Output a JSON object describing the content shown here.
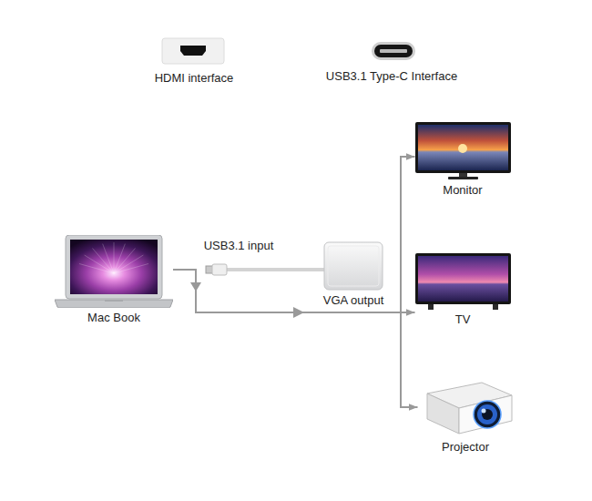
{
  "diagram": {
    "nodes": [
      {
        "text": [
          "Mac Book"
        ]
      },
      {
        "text": [
          "VGA output"
        ]
      },
      {
        "text": [
          "Monitor"
        ]
      },
      {
        "text": [
          "TV"
        ]
      },
      {
        "text": [
          "Projector"
        ]
      }
    ],
    "edges": [
      {
        "from": 0,
        "to": 2,
        "arrow": "to"
      },
      {
        "from": 0,
        "to": 3,
        "arrow": "to"
      },
      {
        "from": 0,
        "to": 4,
        "arrow": "to"
      }
    ],
    "labels": [
      "HDMI interface",
      "USB3.1 Type-C Interface",
      "USB3.1 input"
    ]
  }
}
